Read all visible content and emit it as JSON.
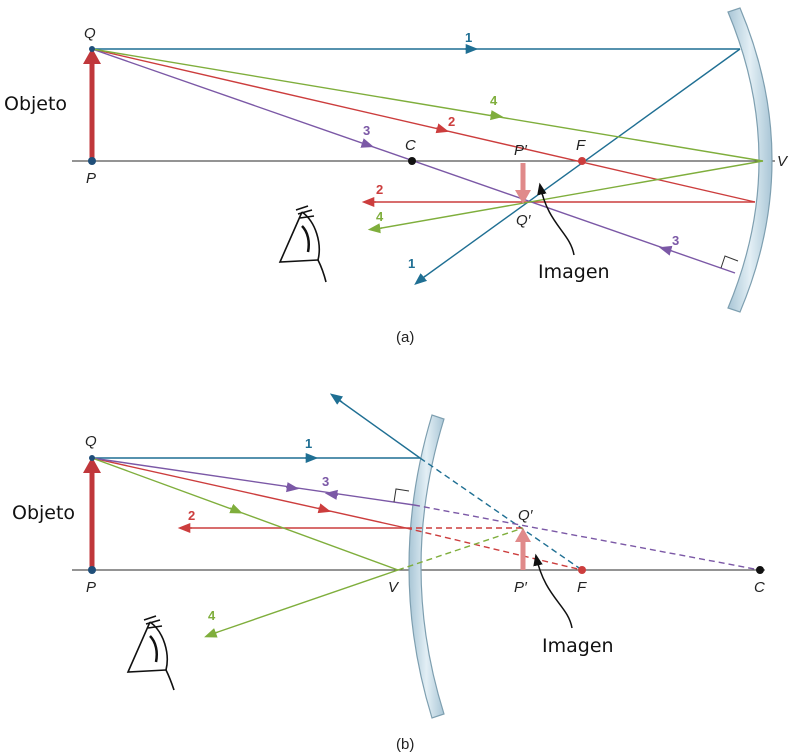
{
  "colors": {
    "ray1": "#1f6f93",
    "ray2": "#cc3d3d",
    "ray3": "#7b58a6",
    "ray4": "#7fae3c",
    "object": "#c0373b",
    "image": "#e08a8a",
    "axis": "#555555",
    "mirror_fill": "#c5dbe6",
    "mirror_edge": "#7e9fb0",
    "point_blue": "#1f4e79",
    "point_red": "#cc3d3d",
    "point_black": "#111111"
  },
  "panel_a": {
    "caption": "(a)",
    "object_label": "Objeto",
    "image_label": "Imagen",
    "points": {
      "Q": "Q",
      "P": "P",
      "C": "C",
      "F": "F",
      "V": "V",
      "P_prime": "P′",
      "Q_prime": "Q′"
    },
    "ray_numbers": {
      "r1": "1",
      "r2": "2",
      "r3": "3",
      "r4": "4"
    }
  },
  "panel_b": {
    "caption": "(b)",
    "object_label": "Objeto",
    "image_label": "Imagen",
    "points": {
      "Q": "Q",
      "P": "P",
      "C": "C",
      "F": "F",
      "V": "V",
      "P_prime": "P′",
      "Q_prime": "Q′"
    },
    "ray_numbers": {
      "r1": "1",
      "r2": "2",
      "r3": "3",
      "r4": "4"
    }
  }
}
